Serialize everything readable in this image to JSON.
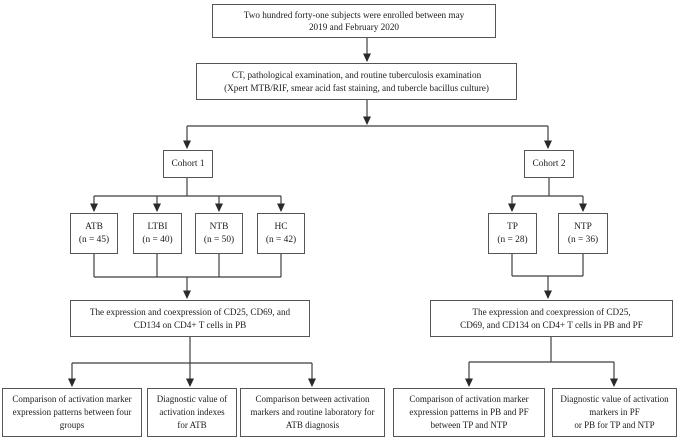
{
  "figure": {
    "type": "flowchart",
    "colors": {
      "background": "#ffffff",
      "box_border": "#555555",
      "connector_line": "#3f3f3f",
      "text": "#1c1c1c"
    },
    "nodes": {
      "enrollment": {
        "lines": [
          "Two hundred forty-one subjects were enrolled between may",
          "2019 and February 2020"
        ]
      },
      "examination": {
        "lines": [
          "CT, pathological examination, and routine tuberculosis examination",
          "(Xpert MTB/RIF, smear acid fast staining, and tubercle bacillus culture)"
        ]
      },
      "cohort1": {
        "label": "Cohort 1"
      },
      "cohort2": {
        "label": "Cohort 2"
      },
      "atb": {
        "lines": [
          "ATB",
          "(n = 45)"
        ]
      },
      "ltbi": {
        "lines": [
          "LTBI",
          "(n = 40)"
        ]
      },
      "ntb": {
        "lines": [
          "NTB",
          "(n = 50)"
        ]
      },
      "hc": {
        "lines": [
          "HC",
          "(n = 42)"
        ]
      },
      "tp": {
        "lines": [
          "TP",
          "(n = 28)"
        ]
      },
      "ntp": {
        "lines": [
          "NTP",
          "(n = 36)"
        ]
      },
      "expression_pb": {
        "lines": [
          "The expression and coexpression of CD25, CD69, and",
          "CD134 on CD4+ T cells in PB"
        ]
      },
      "expression_pb_pf": {
        "lines": [
          "The expression and coexpression of CD25,",
          "CD69, and CD134 on CD4+ T cells in PB and PF"
        ]
      },
      "outcome1": {
        "lines": [
          "Comparison of activation marker",
          "expression patterns between four",
          "groups"
        ]
      },
      "outcome2": {
        "lines": [
          "Diagnostic value of",
          "activation indexes",
          "for ATB"
        ]
      },
      "outcome3": {
        "lines": [
          "Comparison between activation",
          "markers and routine laboratory for",
          "ATB diagnosis"
        ]
      },
      "outcome4": {
        "lines": [
          "Comparison of activation marker",
          "expression patterns in PB and PF",
          "between TP and NTP"
        ]
      },
      "outcome5": {
        "lines": [
          "Diagnostic value of activation",
          "markers in PF",
          "or PB for TP and NTP"
        ]
      }
    }
  }
}
